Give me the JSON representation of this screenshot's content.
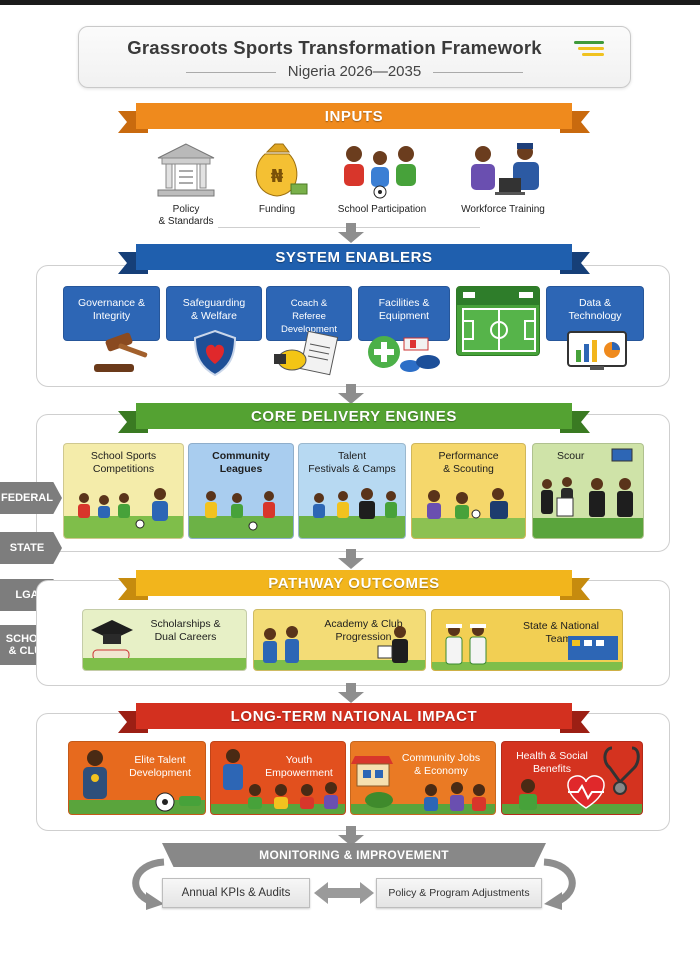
{
  "header": {
    "title": "Grassroots Sports Transformation Framework",
    "subtitle": "Nigeria 2026—2035"
  },
  "colors": {
    "inputs": "#ef8a1d",
    "enablers": "#1f5fae",
    "core": "#54a232",
    "pathway": "#f2b51c",
    "impact": "#d3301f",
    "monitoring": "#888888"
  },
  "sections": {
    "inputs": "INPUTS",
    "enablers": "SYSTEM ENABLERS",
    "core": "CORE DELIVERY ENGINES",
    "pathway": "PATHWAY OUTCOMES",
    "impact": "LONG-TERM NATIONAL IMPACT",
    "monitoring": "MONITORING & IMPROVEMENT"
  },
  "inputs": [
    {
      "label": "Policy\n& Standards",
      "icon": "government-building-icon"
    },
    {
      "label": "Funding",
      "icon": "money-bag-icon"
    },
    {
      "label": "School Participation",
      "icon": "students-icon"
    },
    {
      "label": "Workforce Training",
      "icon": "trainer-laptop-icon"
    }
  ],
  "enablers": [
    {
      "label": "Governance &\nIntegrity",
      "icon": "gavel-icon"
    },
    {
      "label": "Safeguarding\n& Welfare",
      "icon": "shield-heart-icon"
    },
    {
      "label": "Coach &\nReferee Development",
      "icon": "whistle-clipboard-icon"
    },
    {
      "label": "Facilities &\nEquipment",
      "icon": "first-aid-cones-icon"
    },
    {
      "label": "",
      "icon": "stadium-field-icon"
    },
    {
      "label": "Data &\nTechnology",
      "icon": "analytics-monitor-icon"
    }
  ],
  "core": [
    {
      "label": "School Sports\nCompetitions",
      "bg": "#f4ecaa"
    },
    {
      "label": "Community\nLeagues",
      "bg": "#a9cdef"
    },
    {
      "label": "Talent\nFestivals & Camps",
      "bg": "#b7d9f2"
    },
    {
      "label": "Performance\n& Scouting",
      "bg": "#f5d76b"
    },
    {
      "label": "Scour",
      "bg": "#cfe3a8"
    }
  ],
  "side_tags": [
    "FEDERAL",
    "STATE",
    "LGA",
    "SCHOOLS\n& CLUBS"
  ],
  "pathway": [
    {
      "label": "Scholarships &\nDual Careers",
      "icon": "graduation-cap-icon"
    },
    {
      "label": "Academy & Club\nProgression",
      "icon": "coach-players-icon"
    },
    {
      "label": "State & National\nTeams",
      "icon": "team-players-icon"
    }
  ],
  "impact": [
    {
      "label": "Elite Talent\nDevelopment",
      "icon": "athlete-medal-icon"
    },
    {
      "label": "Youth\nEmpowerment",
      "icon": "youth-group-icon"
    },
    {
      "label": "Community Jobs\n& Economy",
      "icon": "market-shop-icon"
    },
    {
      "label": "Health & Social\nBenefits",
      "icon": "stethoscope-heart-icon"
    }
  ],
  "monitoring": {
    "left_box": "Annual KPIs & Audits",
    "right_box": "Policy & Program Adjustments"
  }
}
